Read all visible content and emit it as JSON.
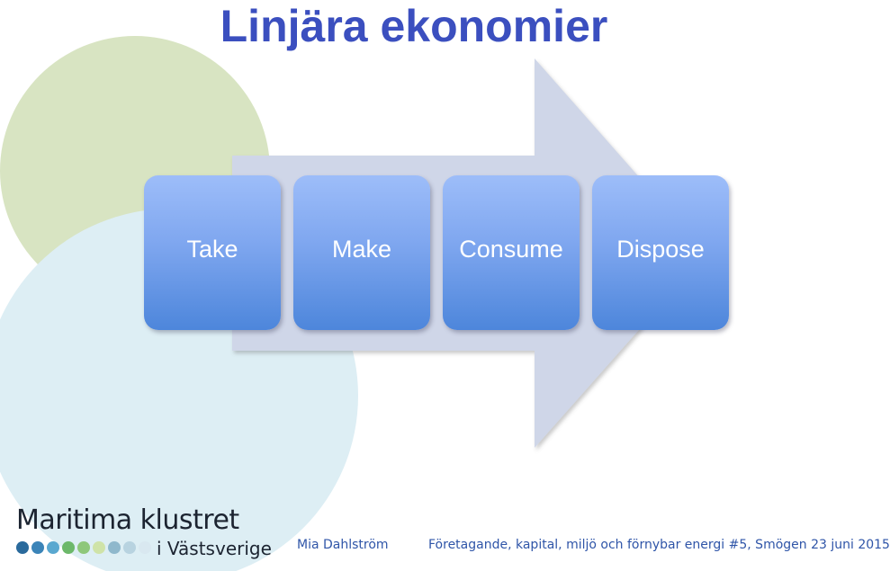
{
  "slide": {
    "title": "Linjära ekonomier",
    "steps": [
      {
        "label": "Take"
      },
      {
        "label": "Make"
      },
      {
        "label": "Consume"
      },
      {
        "label": "Dispose"
      }
    ]
  },
  "logo": {
    "line1": "Maritima klustret",
    "line2": "i Västsverige",
    "dot_colors": [
      "#2a6a9c",
      "#3b84b8",
      "#5aa8d0",
      "#6cb86a",
      "#8ec77a",
      "#cfe3a8",
      "#8fb8cc",
      "#b8d3e0",
      "#d9e8f0"
    ]
  },
  "footer": {
    "author": "Mia Dahlström",
    "info": "Företagande, kapital, miljö  och förnybar energi #5, Smögen 23 juni 2015"
  },
  "colors": {
    "title": "#3b4fbf",
    "footer_text": "#2f55a8",
    "green_circle": "#d8e4c2",
    "blue_circle": "#ddeef4",
    "arrow": "#cfd6e8"
  }
}
